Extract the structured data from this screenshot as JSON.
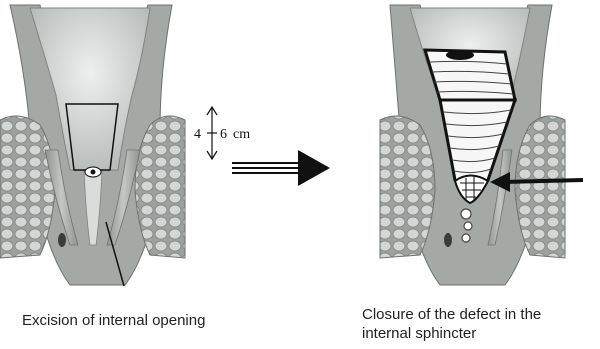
{
  "measurement": {
    "low": "4",
    "high": "6",
    "unit": "cm"
  },
  "captions": {
    "left": "Excision of internal opening",
    "right_line1": "Closure of the defect in the",
    "right_line2": "internal sphincter"
  },
  "colors": {
    "tissue_gray": "#a9aeab",
    "lumen_light": "#dcdfdd",
    "fat_lobules": "#c9ccc9",
    "outline": "#111111",
    "background": "#ffffff"
  },
  "icons": {
    "transition_arrow": "double-line-right-arrow",
    "pointer_left": "thin-line-pointer",
    "pointer_right": "thick-left-arrow"
  }
}
